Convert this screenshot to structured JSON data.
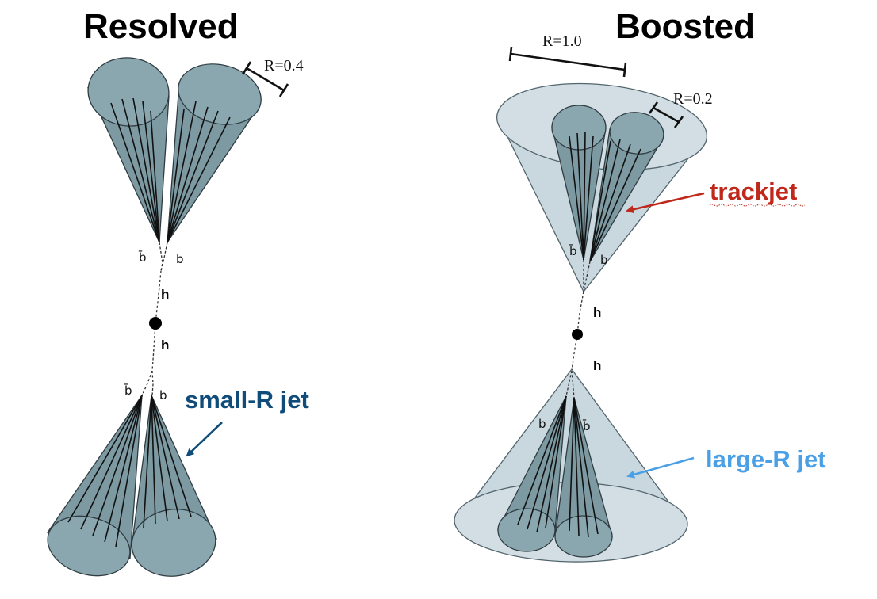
{
  "resolved": {
    "title": "Resolved",
    "radius_label": "R=0.4",
    "top_pair": {
      "left_quark": "b̄",
      "right_quark": "b"
    },
    "bottom_pair": {
      "left_quark": "b̄",
      "right_quark": "b"
    },
    "upper_higgs": "h",
    "lower_higgs": "h",
    "jet_annotation": {
      "text": "small-R jet",
      "color": "#0f4c7a"
    }
  },
  "boosted": {
    "title": "Boosted",
    "large_radius_label": "R=1.0",
    "small_radius_label": "R=0.2",
    "top_pair": {
      "left_quark": "b̄",
      "right_quark": "b"
    },
    "bottom_pair": {
      "left_quark": "b",
      "right_quark": "b̄"
    },
    "upper_higgs": "h",
    "lower_higgs": "h",
    "trackjet_annotation": {
      "text": "trackjet",
      "color": "#c0281c"
    },
    "large_jet_annotation": {
      "text": "large-R jet",
      "color": "#4aa0e6"
    }
  }
}
